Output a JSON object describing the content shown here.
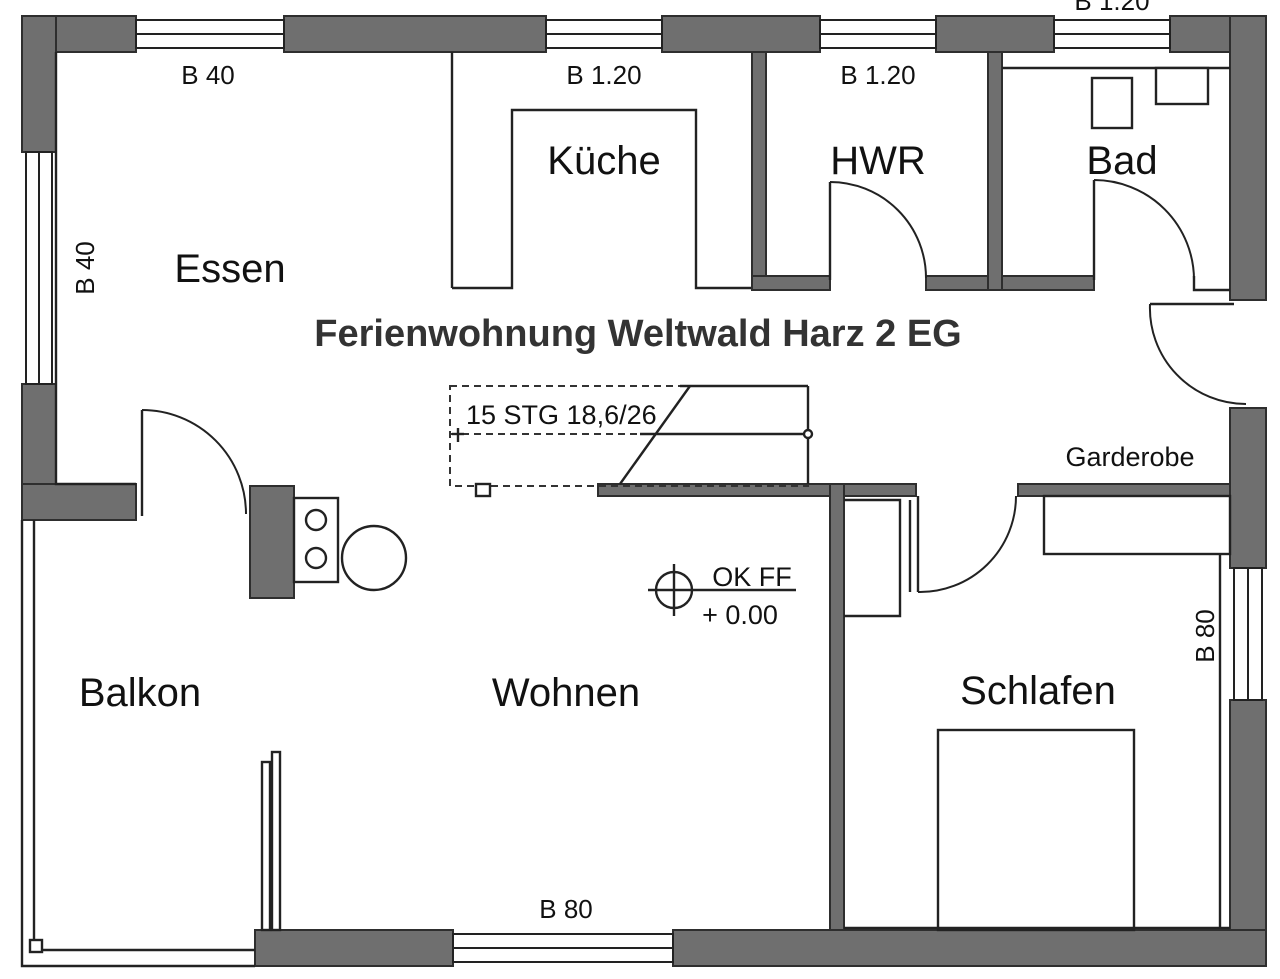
{
  "title": "Ferienwohnung Weltwald Harz 2 EG",
  "rooms": {
    "essen": "Essen",
    "kueche": "Küche",
    "hwr": "HWR",
    "bad": "Bad",
    "balkon": "Balkon",
    "wohnen": "Wohnen",
    "schlafen": "Schlafen",
    "garderobe": "Garderobe"
  },
  "dimensions": {
    "window_essen_top": "B 40",
    "window_kueche_top": "B 1.20",
    "window_hwr_top": "B 1.20",
    "window_bad_top": "B 1.20",
    "window_essen_left": "B 40",
    "window_wohnen_bottom": "B 80",
    "window_schlafen_right": "B 80"
  },
  "stairs": {
    "label": "15 STG 18,6/26"
  },
  "level_marker": {
    "line1": "OK FF",
    "line2": "+ 0.00"
  },
  "colors": {
    "wall": "#6f6f6f",
    "line": "#222222",
    "background": "#ffffff"
  }
}
